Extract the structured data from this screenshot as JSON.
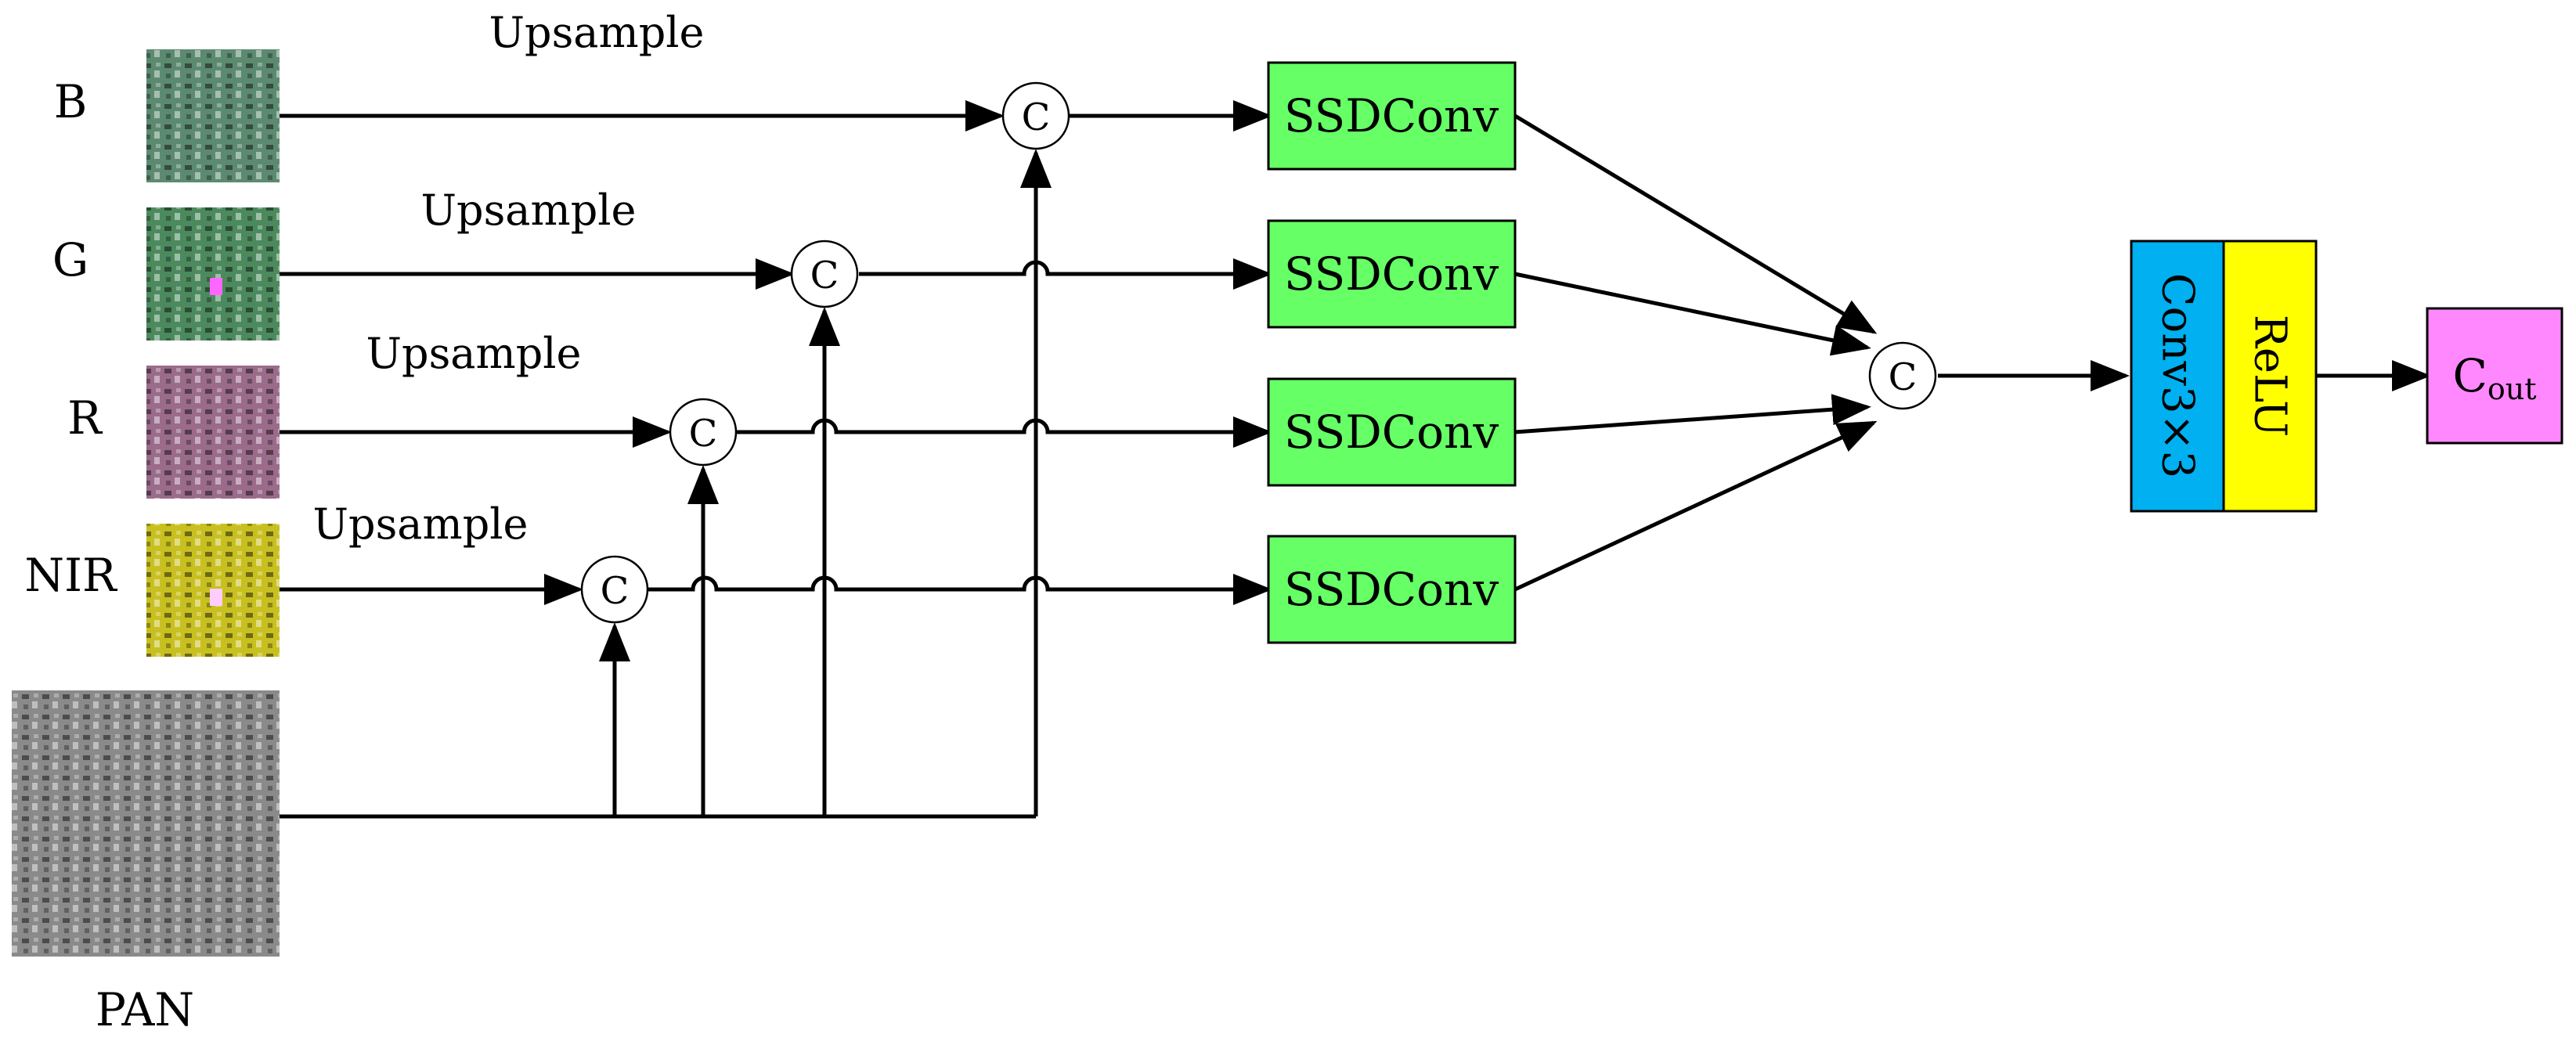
{
  "inputs": {
    "b": "B",
    "g": "G",
    "r": "R",
    "nir": "NIR",
    "pan": "PAN"
  },
  "upsample_labels": [
    "Upsample",
    "Upsample",
    "Upsample",
    "Upsample"
  ],
  "concat_symbol": "C",
  "ssdconv_label": "SSDConv",
  "conv_label": "Conv3×3",
  "relu_label": "ReLU",
  "output": {
    "main": "C",
    "sub": "out"
  },
  "colors": {
    "ssdconv": "#66ff66",
    "conv": "#00b0f0",
    "relu": "#ffff00",
    "output": "#ff88ff",
    "band_b": "#5c8a70",
    "band_g": "#4c8a5e",
    "band_r": "#9a6b8a",
    "band_nir": "#c8c020",
    "band_pan": "#8a8a8a"
  }
}
